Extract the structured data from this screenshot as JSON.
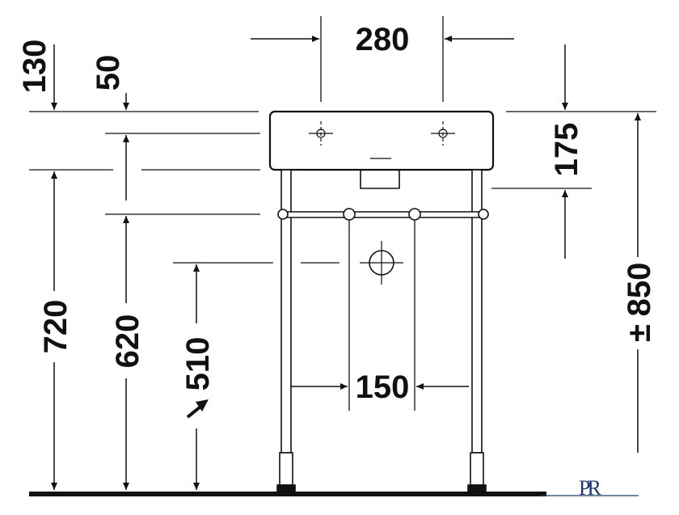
{
  "dimensions": {
    "top_width": "280",
    "rim_130": "130",
    "rim_50": "50",
    "basin_175": "175",
    "height_720": "720",
    "height_620": "620",
    "height_510": "510",
    "overall_850": "850",
    "plus_minus": "±",
    "spacing_150": "150"
  },
  "logo": {
    "text": "PR"
  },
  "colors": {
    "line": "#111111",
    "logo": "#1f3a6b"
  }
}
